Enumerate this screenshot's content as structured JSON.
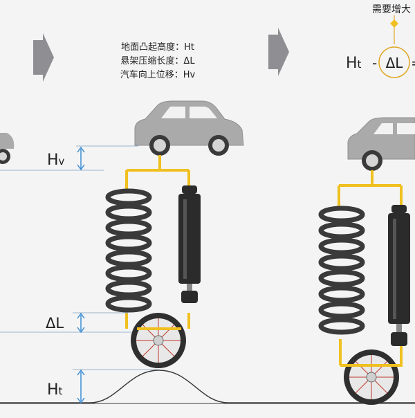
{
  "caption_lines": [
    "地面凸起高度：Ht",
    "悬架压缩长度：ΔL",
    "汽车向上位移：Hv"
  ],
  "labels": {
    "hv_base": "H",
    "hv_sub": "v",
    "delta_l": "ΔL",
    "ht_base": "H",
    "ht_sub": "t"
  },
  "formula": {
    "note": "需要增大",
    "ht_base": "H",
    "ht_sub": "t",
    "minus": "-",
    "delta_l": "ΔL",
    "equals": "="
  },
  "colors": {
    "background": "#f4f4f5",
    "car_body": "#aaaaaa",
    "yellow_link": "#f0c020",
    "spring": "#3a3a3a",
    "damper": "#2b2b2b",
    "dimension_arrow": "#3d8fd4",
    "guide_line": "#9ab5cc",
    "step_arrow": "#8e8e93",
    "formula_circle": "#e0a826",
    "text": "#222222"
  },
  "icons": [
    "step-arrow-icon",
    "car-icon",
    "coil-spring-icon",
    "shock-absorber-icon",
    "wheel-icon",
    "diamond-marker-icon"
  ]
}
